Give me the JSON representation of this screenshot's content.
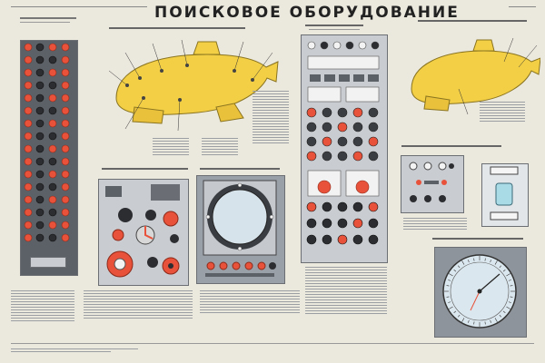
{
  "poster": {
    "title": "ПОИСКОВОЕ ОБОРУДОВАНИЕ"
  },
  "colors": {
    "background": "#ebe8de",
    "submarine_yellow": "#f2cf45",
    "button_red": "#e8523a",
    "panel_dark": "#5c6067",
    "panel_grey": "#c9ccd0"
  },
  "icons": [
    "submarine-hull",
    "sonar-screen",
    "round-gauge",
    "indicator-lamp"
  ]
}
